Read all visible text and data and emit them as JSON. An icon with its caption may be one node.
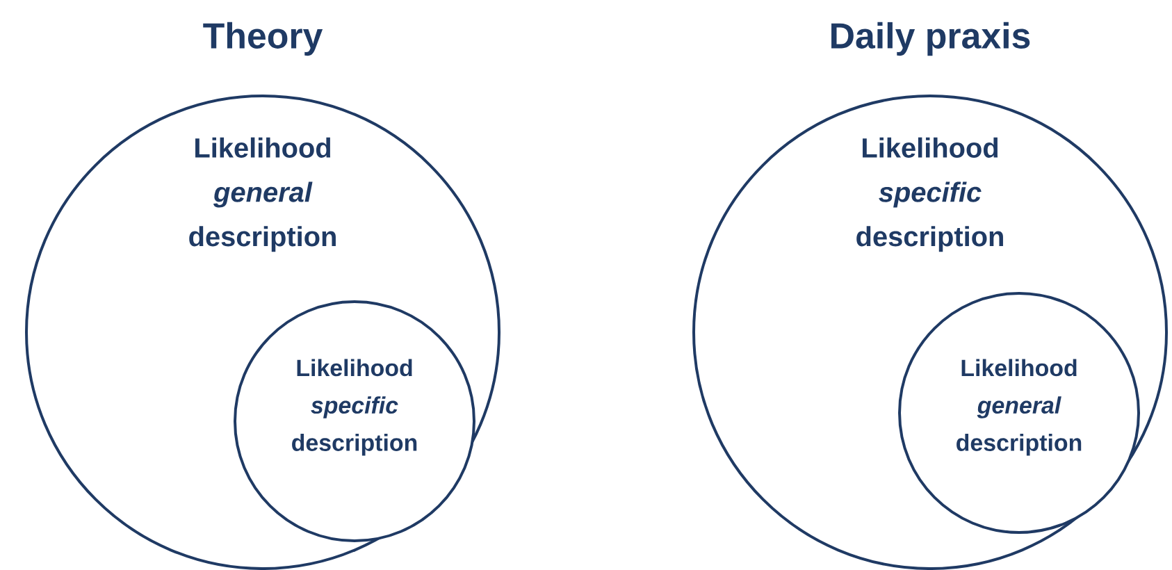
{
  "diagram": {
    "nodes": [
      {
        "text": [
          "Theory",
          "Likelihood *general* description"
        ]
      },
      {
        "text": [
          "Likelihood *specific* description"
        ],
        "in": 0
      },
      {
        "text": [
          "Daily praxis",
          "Likelihood *specific* description"
        ]
      },
      {
        "text": [
          "Likelihood *general* description"
        ],
        "in": 2
      }
    ]
  }
}
